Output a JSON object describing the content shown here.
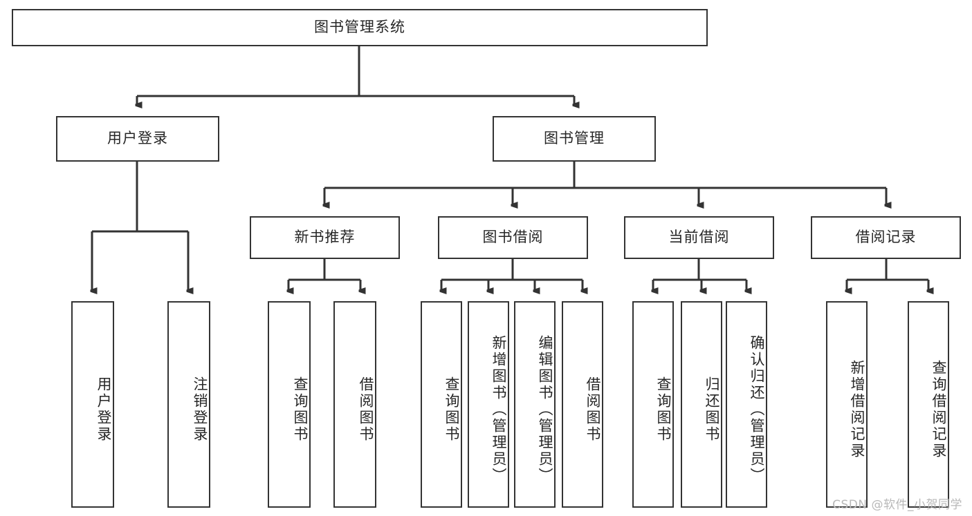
{
  "diagram": {
    "title": "图书管理系统",
    "type": "tree-hierarchy",
    "watermark": "CSDN @软件_小贺同学",
    "line_color": "#333333",
    "box_fill": "#ffffff",
    "text_color": "#262626",
    "nodes": {
      "root": {
        "label": "图书管理系统",
        "orientation": "horizontal"
      },
      "l2": [
        {
          "id": "user-login",
          "label": "用户登录",
          "orientation": "horizontal"
        },
        {
          "id": "book-manage",
          "label": "图书管理",
          "orientation": "horizontal"
        }
      ],
      "l3": [
        {
          "id": "new-book-recommend",
          "label": "新书推荐",
          "orientation": "horizontal"
        },
        {
          "id": "book-borrow",
          "label": "图书借阅",
          "orientation": "horizontal"
        },
        {
          "id": "current-borrow",
          "label": "当前借阅",
          "orientation": "horizontal"
        },
        {
          "id": "borrow-record",
          "label": "借阅记录",
          "orientation": "horizontal"
        }
      ],
      "leaves": [
        {
          "id": "leaf-user-login",
          "label": "用户登录",
          "parent": "user-login",
          "orientation": "vertical"
        },
        {
          "id": "leaf-user-logout",
          "label": "注销登录",
          "parent": "user-login",
          "orientation": "vertical"
        },
        {
          "id": "leaf-query-book-1",
          "label": "查询图书",
          "parent": "new-book-recommend",
          "orientation": "vertical"
        },
        {
          "id": "leaf-borrow-book-1",
          "label": "借阅图书",
          "parent": "new-book-recommend",
          "orientation": "vertical"
        },
        {
          "id": "leaf-query-book-2",
          "label": "查询图书",
          "parent": "book-borrow",
          "orientation": "vertical"
        },
        {
          "id": "leaf-add-book",
          "label": "新增图书（管理员）",
          "parent": "book-borrow",
          "orientation": "vertical"
        },
        {
          "id": "leaf-edit-book",
          "label": "编辑图书（管理员）",
          "parent": "book-borrow",
          "orientation": "vertical"
        },
        {
          "id": "leaf-borrow-book-2",
          "label": "借阅图书",
          "parent": "book-borrow",
          "orientation": "vertical"
        },
        {
          "id": "leaf-query-book-3",
          "label": "查询图书",
          "parent": "current-borrow",
          "orientation": "vertical"
        },
        {
          "id": "leaf-return-book",
          "label": "归还图书",
          "parent": "current-borrow",
          "orientation": "vertical"
        },
        {
          "id": "leaf-confirm-return",
          "label": "确认归还（管理员）",
          "parent": "current-borrow",
          "orientation": "vertical"
        },
        {
          "id": "leaf-add-record",
          "label": "新增借阅记录",
          "parent": "borrow-record",
          "orientation": "vertical"
        },
        {
          "id": "leaf-query-record",
          "label": "查询借阅记录",
          "parent": "borrow-record",
          "orientation": "vertical"
        }
      ]
    }
  }
}
